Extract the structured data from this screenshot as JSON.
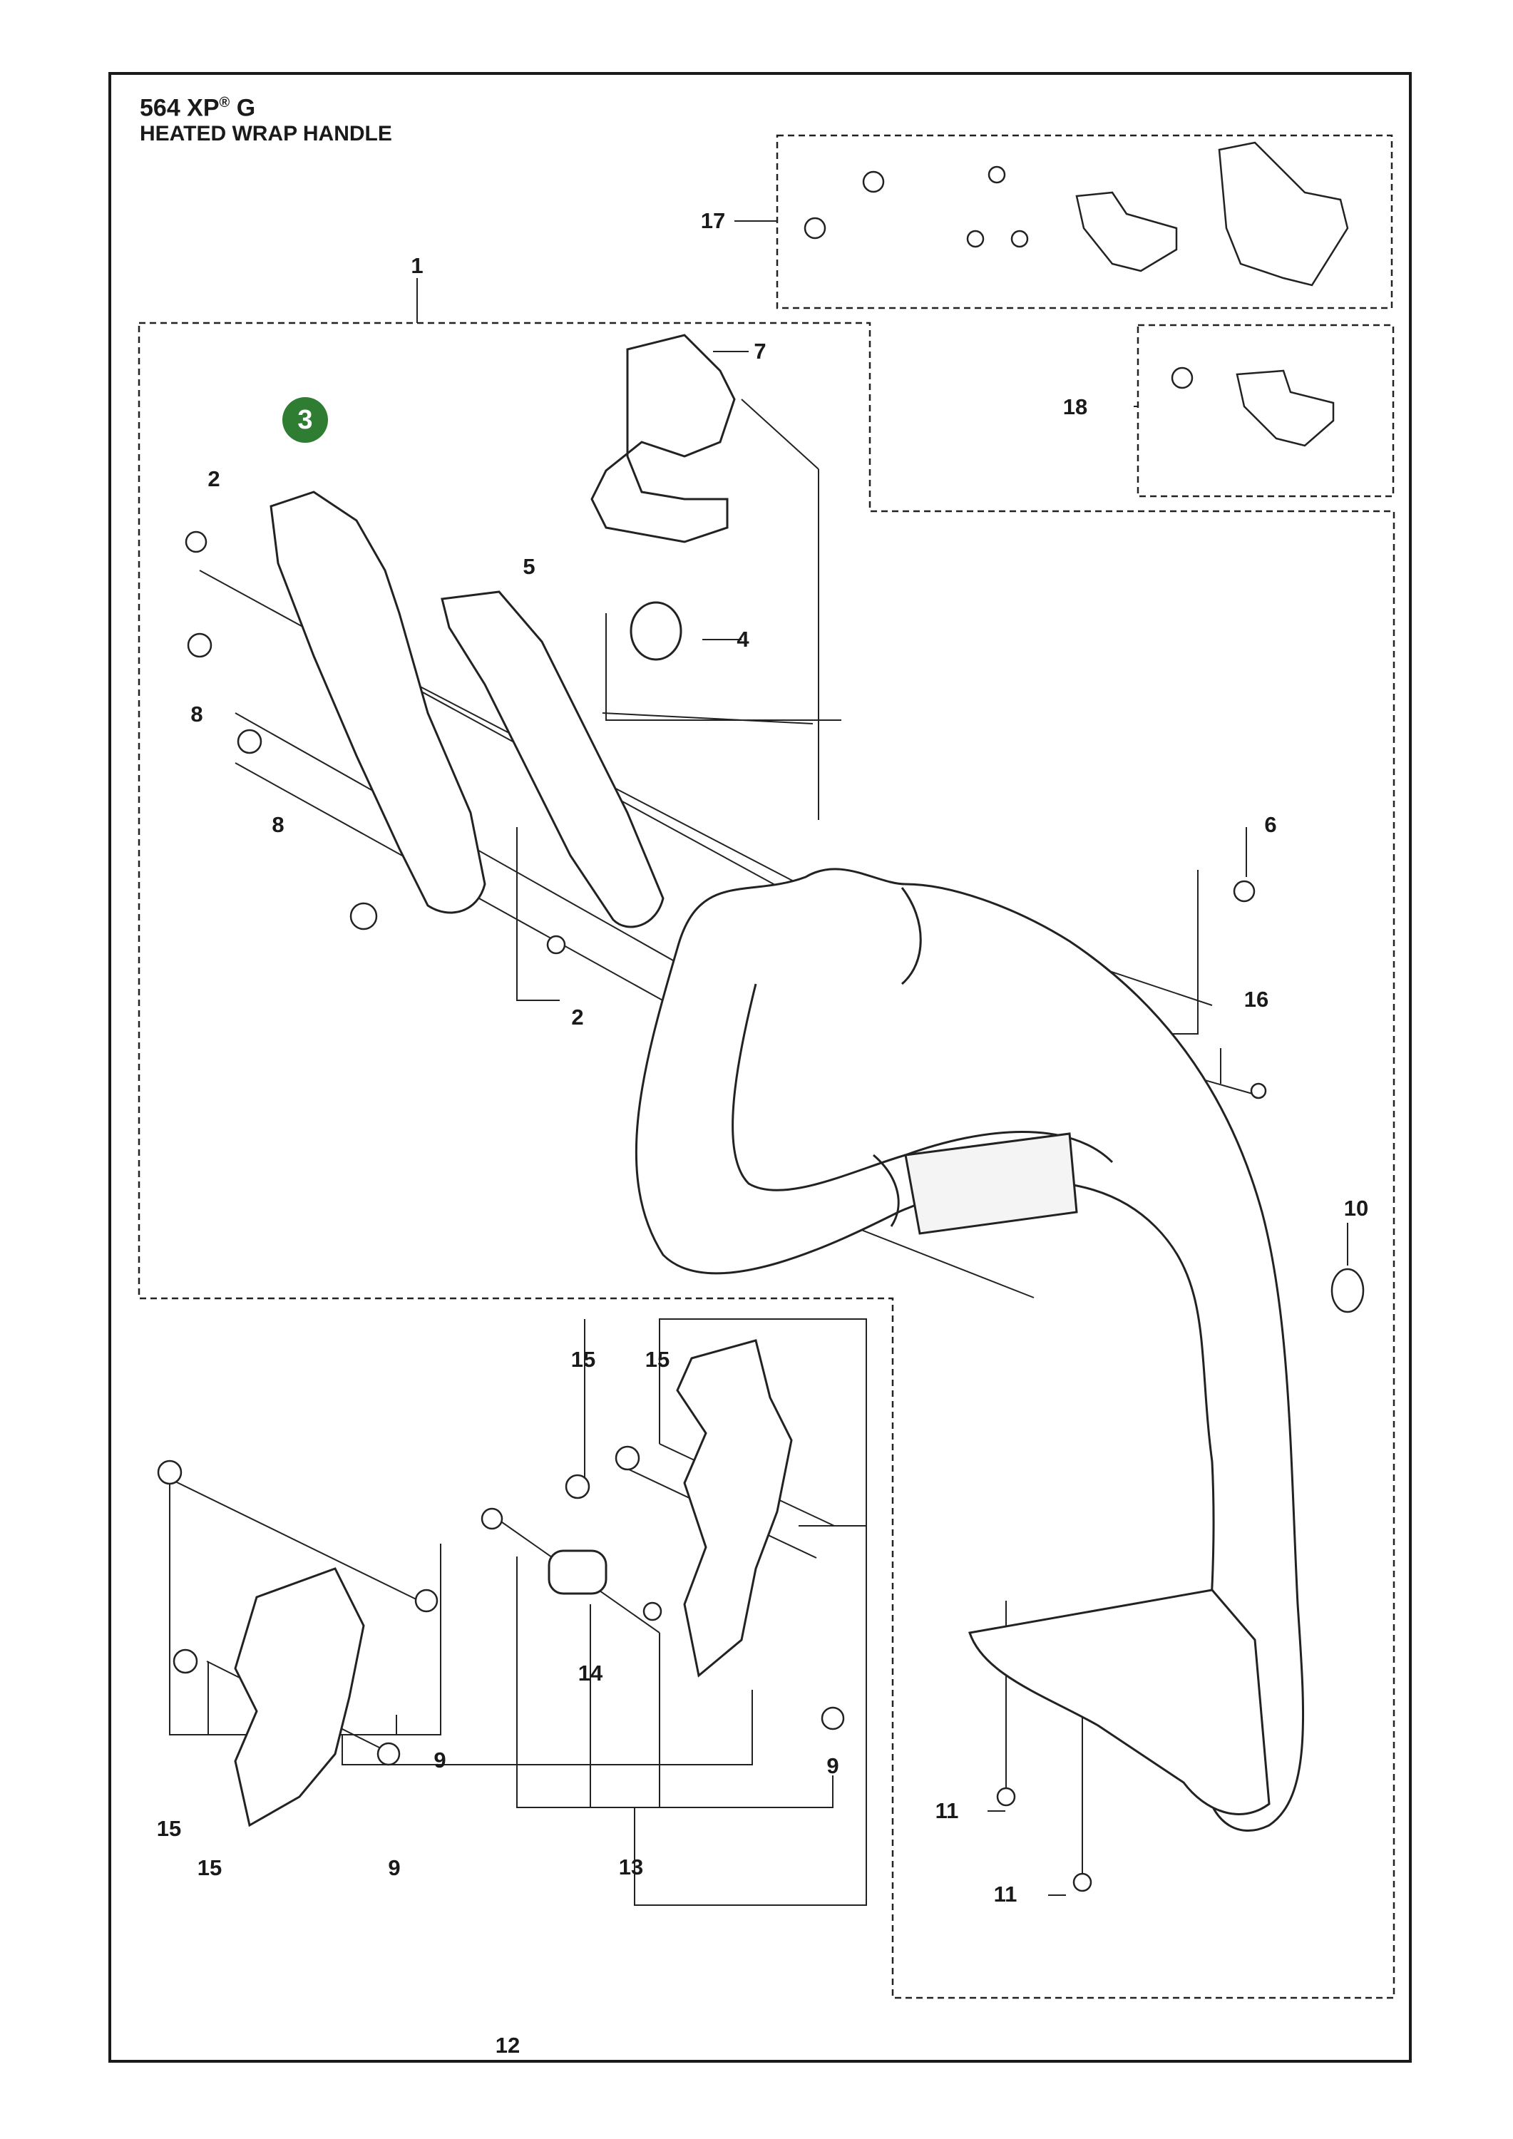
{
  "header": {
    "model_main": "564 XP",
    "model_reg": "®",
    "model_suffix": " G",
    "subtitle": "HEATED WRAP HANDLE"
  },
  "badge": {
    "label": "3",
    "color": "#2e7d32"
  },
  "callouts": {
    "c1": "1",
    "c2a": "2",
    "c2b": "2",
    "c4": "4",
    "c5": "5",
    "c6": "6",
    "c7": "7",
    "c8a": "8",
    "c8b": "8",
    "c9a": "9",
    "c9b": "9",
    "c9c": "9",
    "c10": "10",
    "c11a": "11",
    "c11b": "11",
    "c12": "12",
    "c13": "13",
    "c14": "14",
    "c15a": "15",
    "c15b": "15",
    "c15c": "15",
    "c15d": "15",
    "c16": "16",
    "c17": "17",
    "c18": "18"
  }
}
